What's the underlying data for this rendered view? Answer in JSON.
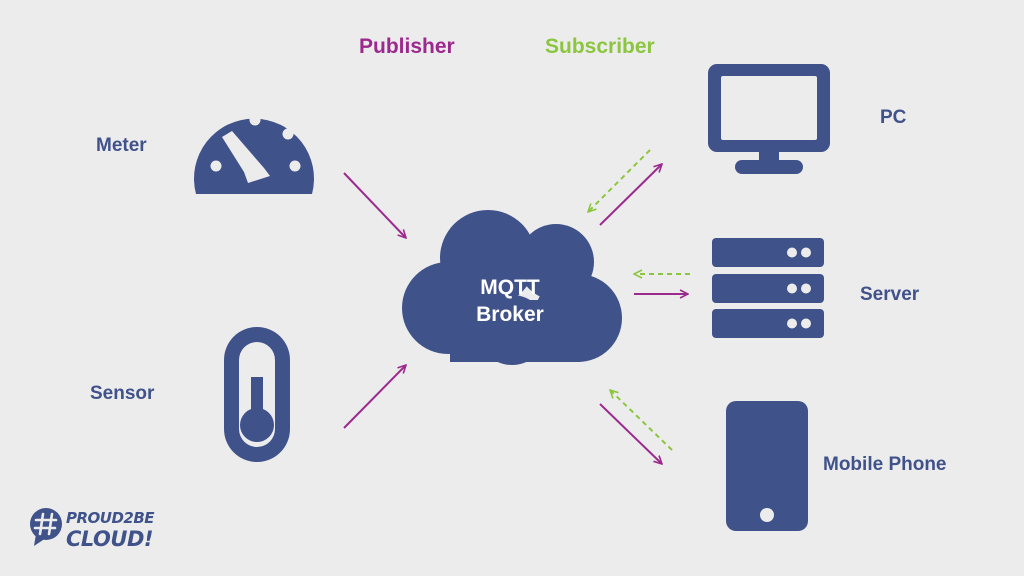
{
  "legend": {
    "publisher": {
      "label": "Publisher",
      "color": "#9c2a8e"
    },
    "subscriber": {
      "label": "Subscriber",
      "color": "#8cc63f"
    }
  },
  "broker": {
    "line1": "MQTT",
    "line2": "Broker"
  },
  "publishers": [
    {
      "label": "Meter",
      "icon": "meter-icon"
    },
    {
      "label": "Sensor",
      "icon": "thermometer-icon"
    }
  ],
  "subscribers": [
    {
      "label": "PC",
      "icon": "monitor-icon"
    },
    {
      "label": "Server",
      "icon": "server-icon"
    },
    {
      "label": "Mobile Phone",
      "icon": "mobile-phone-icon"
    }
  ],
  "logo": {
    "line1": "PROUD2BE",
    "line2": "CLOUD!",
    "icon": "hash-speech-bubble-icon"
  },
  "colors": {
    "icon": "#40528a",
    "background": "#ececec"
  }
}
